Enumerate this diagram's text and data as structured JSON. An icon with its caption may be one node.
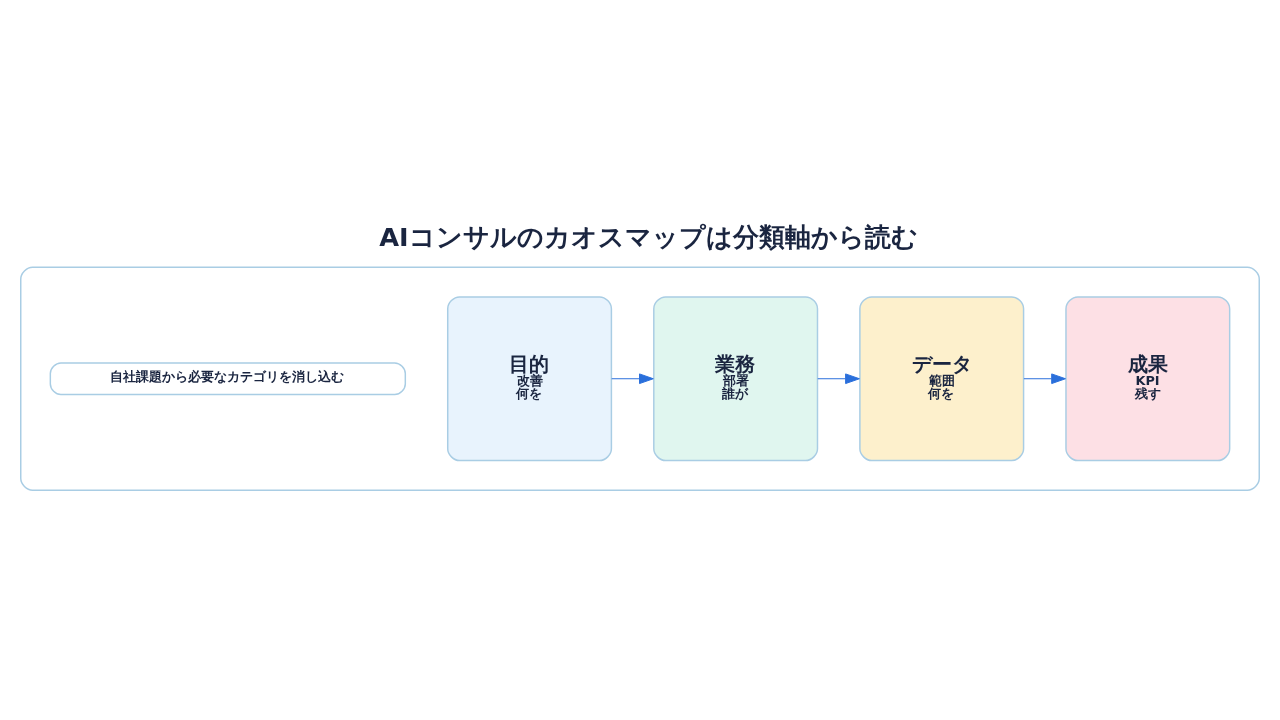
{
  "diagram": {
    "title": "AIコンサルのカオスマップは分類軸から読む",
    "nodes": [
      {
        "text": [],
        "shape": "box"
      },
      {
        "text": [
          "目的",
          "改善",
          "何を"
        ],
        "in": 0
      },
      {
        "text": [
          "業務",
          "部署",
          "誰が"
        ],
        "in": 0
      },
      {
        "text": [
          "データ",
          "範囲",
          "何を"
        ],
        "in": 0
      },
      {
        "text": [
          "成果",
          "KPI",
          "残す"
        ],
        "in": 0
      },
      {
        "text": [
          "自社課題から必要なカテゴリを消し込む"
        ],
        "in": 0
      }
    ],
    "edges": [
      {
        "from": 1,
        "to": 2,
        "arrow": "to"
      },
      {
        "from": 2,
        "to": 3,
        "arrow": "to"
      },
      {
        "from": 3,
        "to": 4,
        "arrow": "to"
      }
    ]
  }
}
